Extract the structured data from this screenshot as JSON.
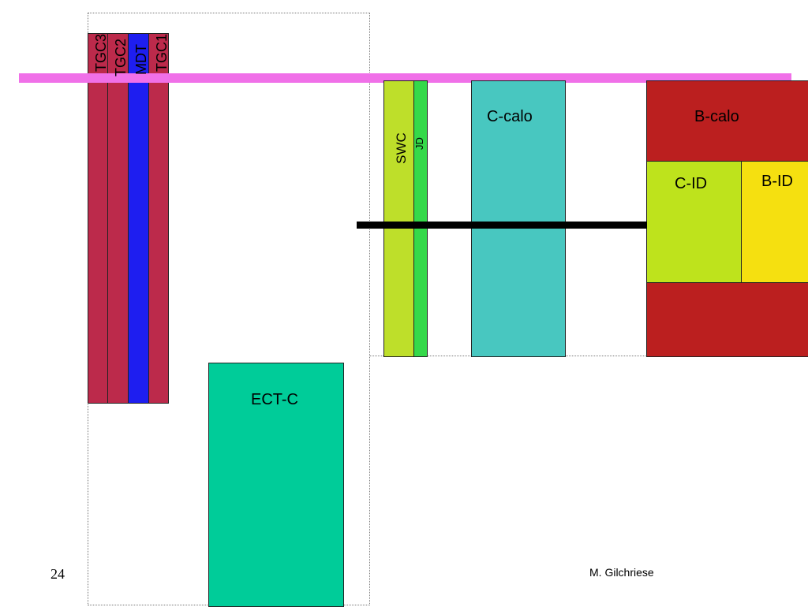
{
  "slide": {
    "page_number": "24",
    "author": "M. Gilchriese"
  },
  "muon": {
    "labels": [
      "TGC3",
      "TGC2",
      "MDT",
      "TGC1"
    ],
    "colors": {
      "tgc": "#bc2a4b",
      "mdt": "#1e1ef0"
    }
  },
  "endcap": {
    "swc_label": "SWC",
    "jd_label": "JD",
    "ccalo_label": "C-calo",
    "ectc_label": "ECT-C",
    "colors": {
      "swc": "#bedf2a",
      "jd": "#35d94a",
      "ccalo": "#48c7c0",
      "ectc": "#00cc99"
    }
  },
  "barrel": {
    "bcalo_label": "B-calo",
    "cid_label": "C-ID",
    "bid_label": "B-ID",
    "colors": {
      "bcalo": "#bb1f1f",
      "cid": "#bee31c",
      "bid": "#f5e010"
    }
  },
  "lines": {
    "magenta": "#f070e8",
    "beam": "#000000"
  }
}
